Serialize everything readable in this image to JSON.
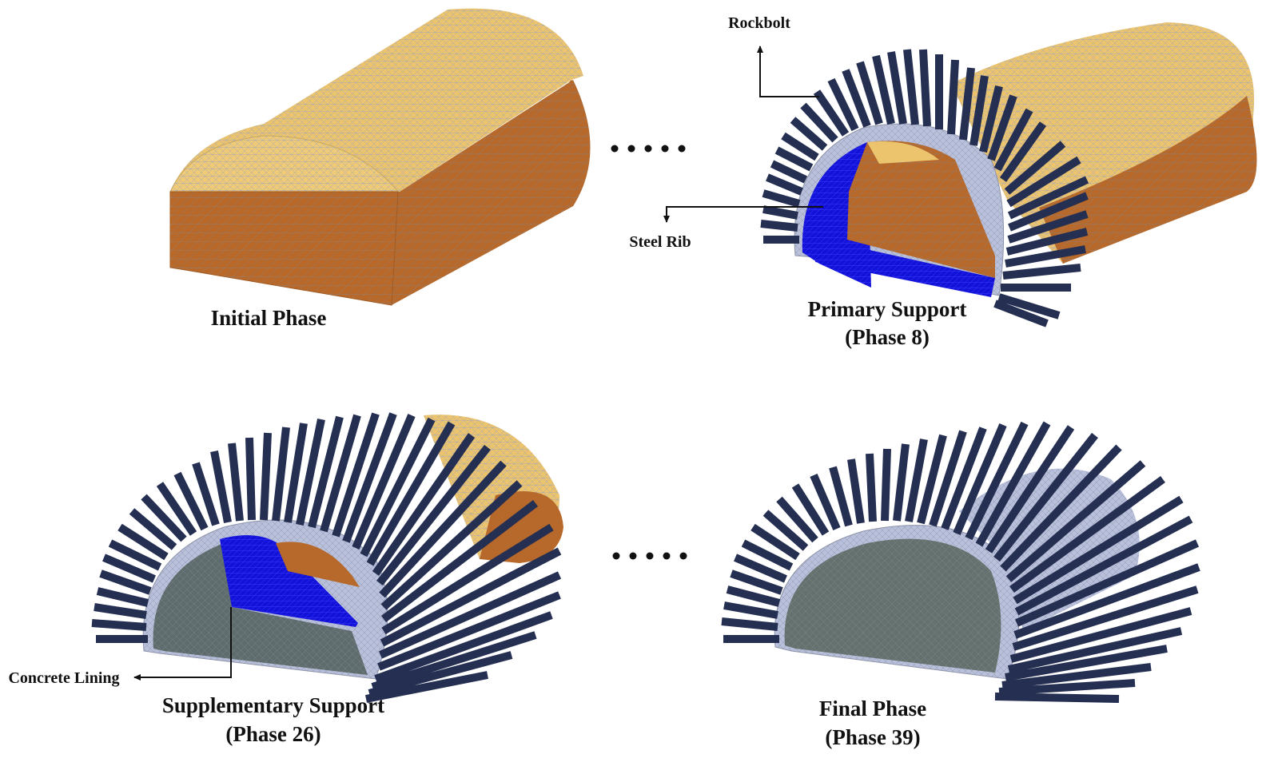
{
  "panels": {
    "initial": {
      "title": "Initial Phase"
    },
    "primary": {
      "title": "Primary Support",
      "phase": "(Phase 8)"
    },
    "supplementary": {
      "title": "Supplementary Support",
      "phase": "(Phase 26)"
    },
    "final": {
      "title": "Final Phase",
      "phase": "(Phase 39)"
    }
  },
  "callouts": {
    "rockbolt": "Rockbolt",
    "steel_rib": "Steel Rib",
    "concrete_lining": "Concrete Lining"
  },
  "colors": {
    "rock_top": "#edc46e",
    "rock_face": "#b6692a",
    "support_mesh": "#b9c0dc",
    "rockbolt": "#252f52",
    "steel_rib": "#1212d8",
    "concrete": "#5f6c6e",
    "mesh_line": "#8d93a8"
  }
}
